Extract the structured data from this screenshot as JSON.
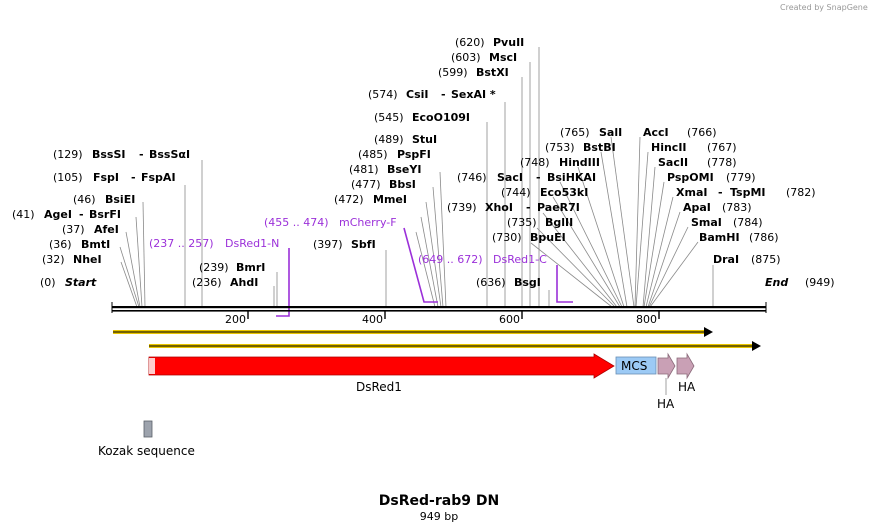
{
  "credit": "Created by SnapGene",
  "title": "DsRed-rab9 DN",
  "subtitle": "949 bp",
  "sequence_length": 949,
  "ruler_ticks": [
    "200",
    "400",
    "600",
    "800"
  ],
  "ends": {
    "start": {
      "pos": "(0)",
      "name": "Start"
    },
    "end": {
      "pos": "(949)",
      "name": "End"
    }
  },
  "sites_left": [
    {
      "pos": "(32)",
      "name": "NheI"
    },
    {
      "pos": "(36)",
      "name": "BmtI"
    },
    {
      "pos": "(37)",
      "name": "AfeI"
    },
    {
      "pos": "(41)",
      "name": "AgeI",
      "alt": "BsrFI"
    },
    {
      "pos": "(46)",
      "name": "BsiEI"
    },
    {
      "pos": "(105)",
      "name": "FspI",
      "alt": "FspAI"
    },
    {
      "pos": "(129)",
      "name": "BssSI",
      "alt": "BssSαI"
    },
    {
      "pos": "(236)",
      "name": "AhdI"
    },
    {
      "pos": "(239)",
      "name": "BmrI"
    }
  ],
  "sites_center": [
    {
      "pos": "(397)",
      "name": "SbfI"
    },
    {
      "pos": "(472)",
      "name": "MmeI"
    },
    {
      "pos": "(477)",
      "name": "BbsI"
    },
    {
      "pos": "(481)",
      "name": "BseYI"
    },
    {
      "pos": "(485)",
      "name": "PspFI"
    },
    {
      "pos": "(489)",
      "name": "StuI"
    },
    {
      "pos": "(545)",
      "name": "EcoO109I"
    },
    {
      "pos": "(574)",
      "name": "CsiI",
      "alt": "SexAI *"
    },
    {
      "pos": "(599)",
      "name": "BstXI"
    },
    {
      "pos": "(603)",
      "name": "MscI"
    },
    {
      "pos": "(620)",
      "name": "PvuII"
    },
    {
      "pos": "(636)",
      "name": "BsgI"
    }
  ],
  "sites_mid_right": [
    {
      "pos": "(730)",
      "name": "BpuEI"
    },
    {
      "pos": "(735)",
      "name": "BglII"
    },
    {
      "pos": "(739)",
      "name": "XhoI",
      "alt": "PaeR7I"
    },
    {
      "pos": "(744)",
      "name": "Eco53kI"
    },
    {
      "pos": "(746)",
      "name": "SacI",
      "alt": "BsiHKAI"
    },
    {
      "pos": "(748)",
      "name": "HindIII"
    },
    {
      "pos": "(753)",
      "name": "BstBI"
    },
    {
      "pos": "(765)",
      "name": "SalI"
    }
  ],
  "sites_right": [
    {
      "pos": "(766)",
      "name": "AccI"
    },
    {
      "pos": "(767)",
      "name": "HincII"
    },
    {
      "pos": "(778)",
      "name": "SacII"
    },
    {
      "pos": "(779)",
      "name": "PspOMI"
    },
    {
      "pos": "(782)",
      "name": "XmaI",
      "alt": "TspMI"
    },
    {
      "pos": "(783)",
      "name": "ApaI"
    },
    {
      "pos": "(784)",
      "name": "SmaI"
    },
    {
      "pos": "(786)",
      "name": "BamHI"
    },
    {
      "pos": "(875)",
      "name": "DraI"
    }
  ],
  "primers": [
    {
      "range": "(237 .. 257)",
      "name": "DsRed1-N"
    },
    {
      "range": "(455 .. 474)",
      "name": "mCherry-F"
    },
    {
      "range": "(649 .. 672)",
      "name": "DsRed1-C"
    }
  ],
  "features": [
    {
      "name": "DsRed1",
      "color": "#ff0000"
    },
    {
      "name": "MCS",
      "color": "#9ccaf5"
    },
    {
      "name": "HA",
      "color": "#c9a0b5"
    },
    {
      "name": "HA",
      "color": "#c9a0b5"
    },
    {
      "name": "Kozak sequence",
      "color": "#9da3ad"
    }
  ]
}
